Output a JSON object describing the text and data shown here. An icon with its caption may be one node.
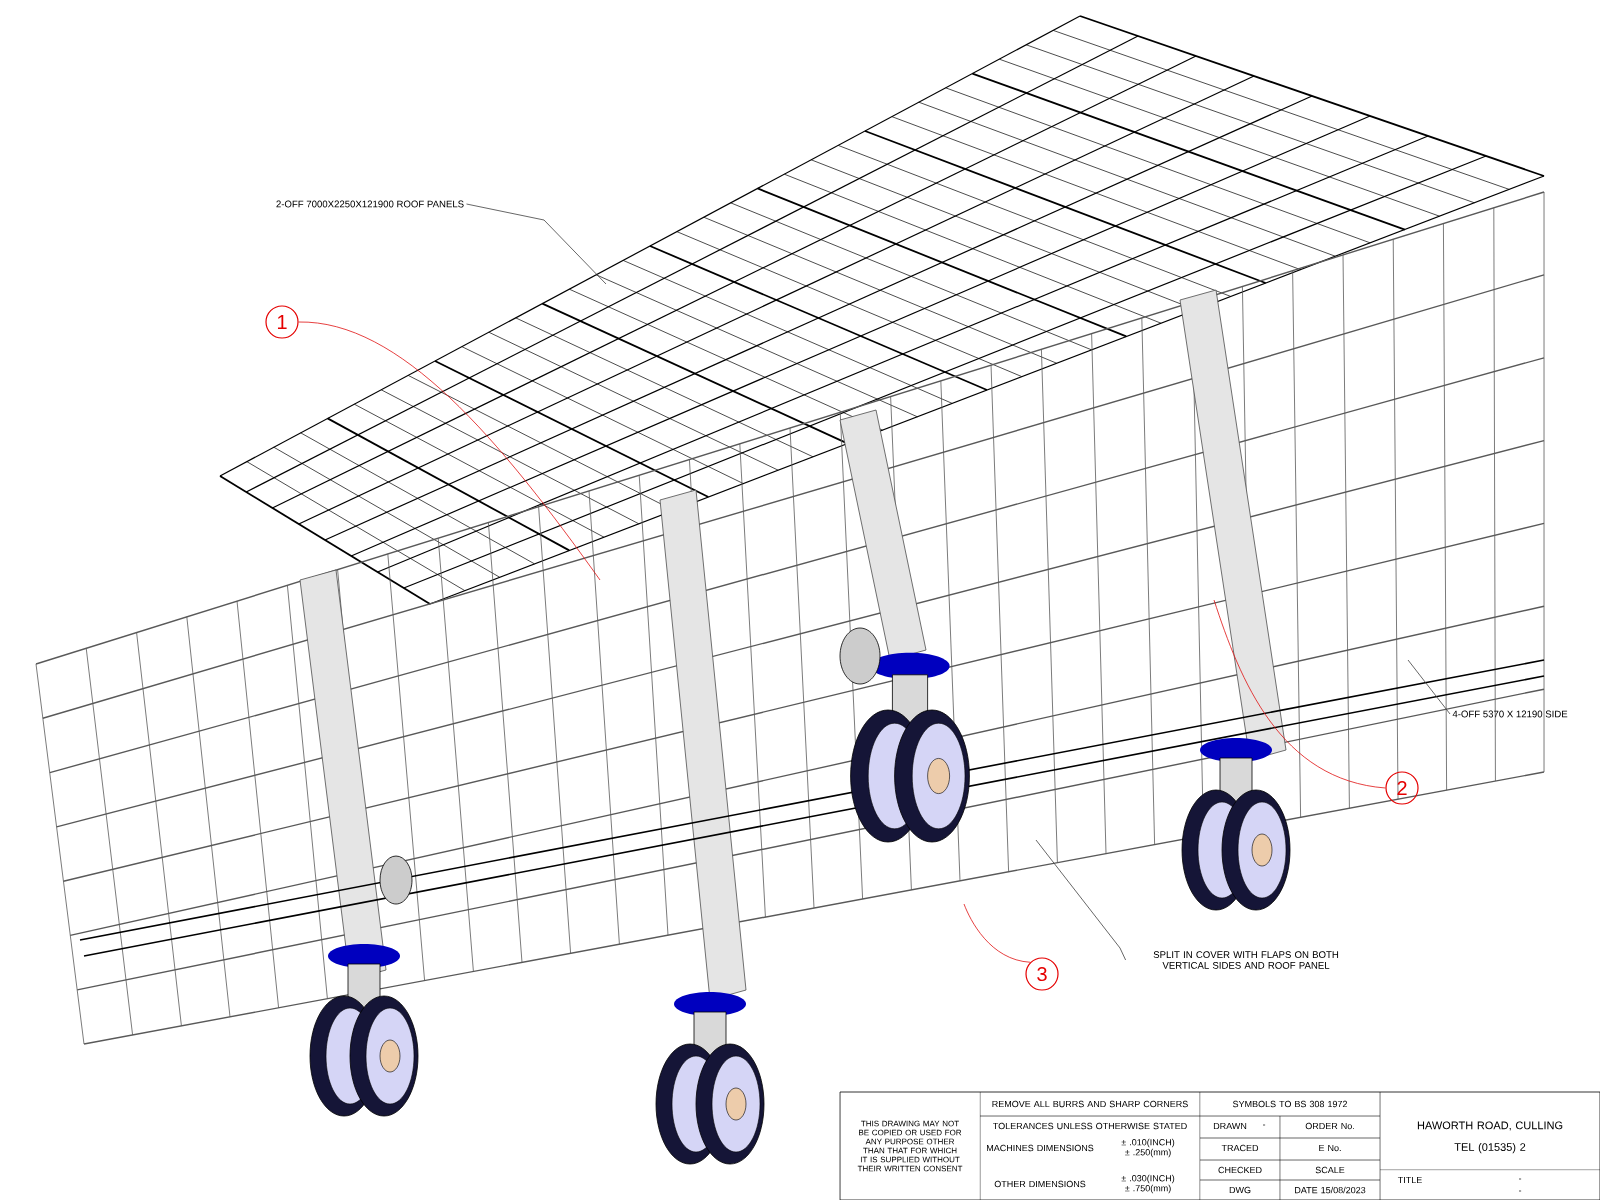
{
  "diagram": {
    "nodes": [
      {
        "text": [
          "2-OFF 7000X2250X121900 ROOF PANELS"
        ]
      },
      {
        "text": [
          "1"
        ]
      },
      {
        "text": [
          "4-OFF 5370 X 12190 SIDE"
        ]
      },
      {
        "text": [
          "2"
        ]
      },
      {
        "text": [
          "3"
        ]
      },
      {
        "text": [
          "SPLIT IN COVER WITH FLAPS ON BOTH VERTICAL SIDES AND ROOF PANEL"
        ]
      }
    ],
    "edges": [
      {
        "from": 0,
        "to": null,
        "arrow": "none"
      },
      {
        "from": 1,
        "to": null,
        "arrow": "none",
        "color": "#e01010"
      },
      {
        "from": 2,
        "to": null,
        "arrow": "none"
      },
      {
        "from": 3,
        "to": null,
        "arrow": "none",
        "color": "#e01010"
      },
      {
        "from": 4,
        "to": null,
        "arrow": "none",
        "color": "#e01010"
      },
      {
        "from": 5,
        "to": null,
        "arrow": "none"
      }
    ],
    "labels": [
      "THIS DRAWING MAY NOT BE COPIED OR USED FOR ANY PURPOSE OTHER THAN THAT FOR WHICH IT IS SUPPLIED WITHOUT THEIR WRITTEN CONSENT",
      "REMOVE ALL BURRS AND SHARP CORNERS",
      "SYMBOLS TO BS 308 1972",
      "TOLERANCES UNLESS OTHERWISE STATED",
      "DRAWN",
      "-",
      "ORDER No.",
      "MACHINES DIMENSIONS",
      "± .010(INCH) ± .250(mm)",
      "TRACED",
      "E No.",
      "CHECKED",
      "SCALE",
      "OTHER DIMENSIONS",
      "± .030(INCH) ± .750(mm)",
      "DWG",
      "DATE 15/08/2023",
      "HAWORTH ROAD, CULLING",
      "TEL (01535) 2",
      "TITLE",
      "-",
      "-"
    ]
  }
}
